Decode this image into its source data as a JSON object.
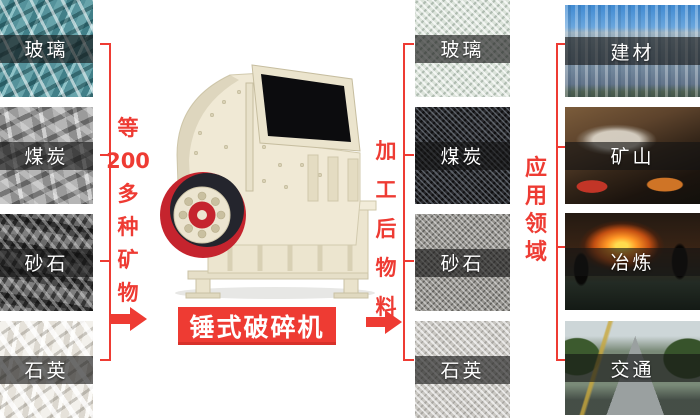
{
  "colors": {
    "accent_red": "#ee3b33",
    "machine_body": "#f0e9d5",
    "label_band": "rgba(20,20,20,0.62)"
  },
  "input_column": {
    "items": [
      {
        "label": "玻璃"
      },
      {
        "label": "煤炭"
      },
      {
        "label": "砂石"
      },
      {
        "label": "石英"
      }
    ]
  },
  "input_caption": {
    "text": "等200多种矿物",
    "chars": [
      "等",
      "200",
      "多",
      "种",
      "矿",
      "物"
    ]
  },
  "machine": {
    "label": "锤式破碎机"
  },
  "output_caption": {
    "text": "加工后物料",
    "chars": [
      "加",
      "工",
      "后",
      "物",
      "料"
    ]
  },
  "output_column": {
    "items": [
      {
        "label": "玻璃"
      },
      {
        "label": "煤炭"
      },
      {
        "label": "砂石"
      },
      {
        "label": "石英"
      }
    ]
  },
  "application_caption": {
    "text": "应用领域",
    "chars": [
      "应",
      "用",
      "领",
      "域"
    ]
  },
  "application_column": {
    "items": [
      {
        "label": "建材"
      },
      {
        "label": "矿山"
      },
      {
        "label": "冶炼"
      },
      {
        "label": "交通"
      }
    ]
  }
}
